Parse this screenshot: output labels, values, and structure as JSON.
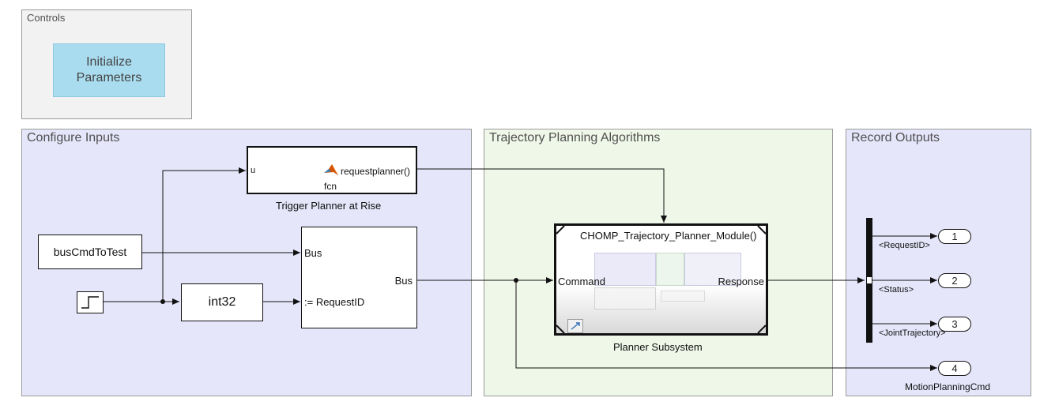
{
  "areas": {
    "controls": "Controls",
    "configure_inputs": "Configure Inputs",
    "trajectory_planning": "Trajectory Planning Algorithms",
    "record_outputs": "Record Outputs"
  },
  "controls": {
    "initialize_line1": "Initialize",
    "initialize_line2": "Parameters"
  },
  "blocks": {
    "bus_cmd": "busCmdToTest",
    "int32": "int32",
    "fcn_input": "u",
    "fcn_output": "requestplanner()",
    "fcn_name": "fcn",
    "fcn_caption": "Trigger Planner at Rise",
    "bus_assign_in1": "Bus",
    "bus_assign_in2": ":= RequestID",
    "bus_assign_out": "Bus",
    "planner_title": "CHOMP_Trajectory_Planner_Module()",
    "planner_in": "Command",
    "planner_out": "Response",
    "planner_caption": "Planner Subsystem"
  },
  "outputs": {
    "sig1": "<RequestID>",
    "sig2": "<Status>",
    "sig3": "<JointTrajectory>",
    "port1": "1",
    "port2": "2",
    "port3": "3",
    "port4": "4",
    "port4_label": "MotionPlanningCmd"
  },
  "colors": {
    "area_blue": "#e6e6fb",
    "area_green": "#eff7e8",
    "area_gray": "#f2f2f2",
    "button_fill": "#a9dcef"
  }
}
